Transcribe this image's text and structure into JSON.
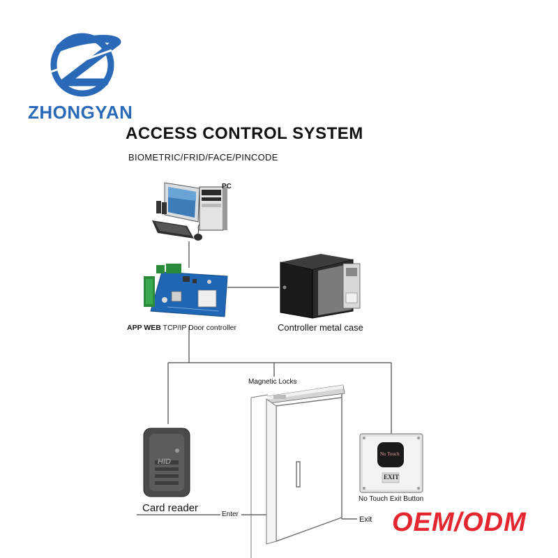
{
  "brand": {
    "name": "ZHONGYAN",
    "color": "#2a68b8",
    "logo_icon": "zhongyan-z-logo"
  },
  "header": {
    "title": "ACCESS CONTROL SYSTEM",
    "subtitle": "BIOMETRIC/FRID/FACE/PINCODE"
  },
  "components": {
    "pc": {
      "label": "PC",
      "icon": "desktop-computer"
    },
    "controller": {
      "label_bold": "APP WEB",
      "label_rest": " TCP/IP Door controller",
      "icon": "circuit-board"
    },
    "metal_case": {
      "label": "Controller metal case",
      "icon": "metal-enclosure"
    },
    "magnetic_lock": {
      "label": "Magnetic Locks",
      "icon": "magnetic-lock"
    },
    "card_reader": {
      "label": "Card reader",
      "device_text": "HID",
      "icon": "card-reader"
    },
    "exit_button": {
      "label": "No Touch Exit Button",
      "face_text": "No Touch",
      "plate_text": "EXIT",
      "icon": "exit-button"
    },
    "door": {
      "icon": "door"
    }
  },
  "connections": {
    "enter": "Enter",
    "exit": "Exit"
  },
  "badge": {
    "text": "OEM/ODM",
    "color": "#e5262e"
  }
}
